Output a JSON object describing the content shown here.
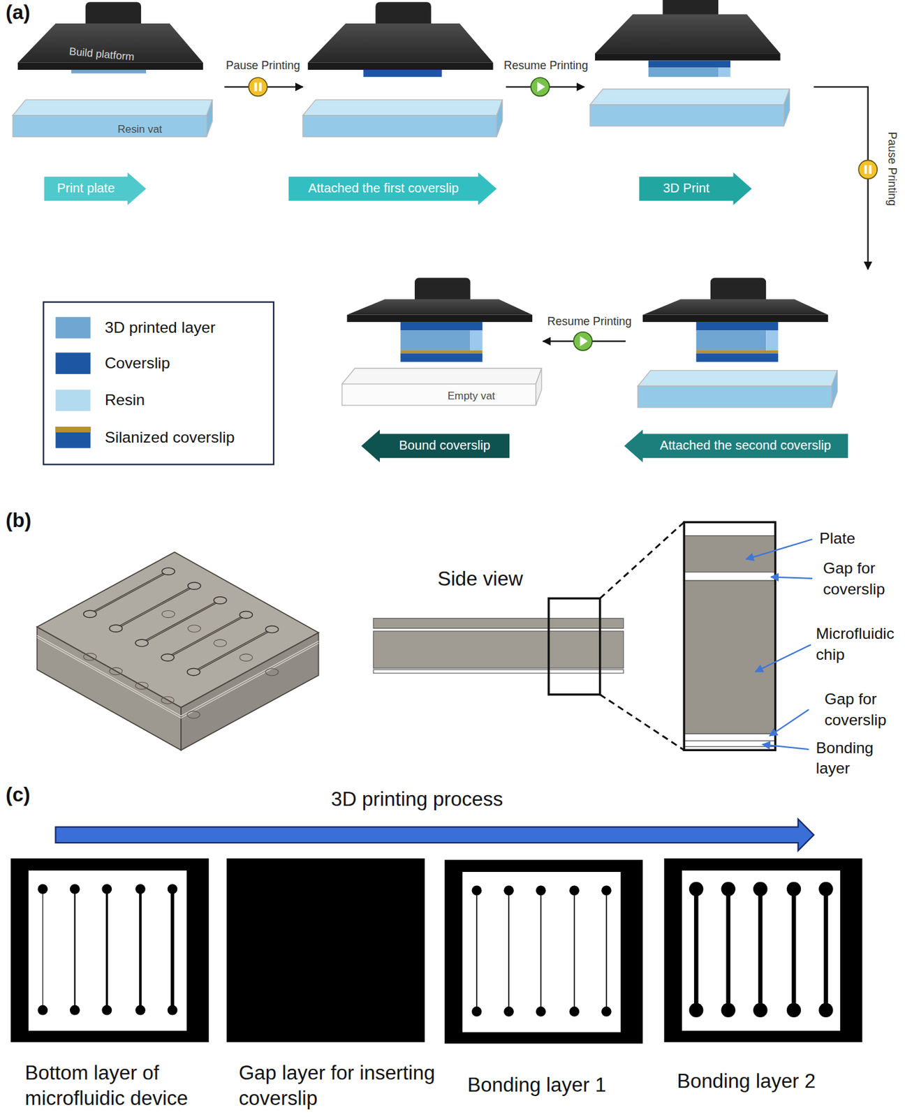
{
  "diagram": {
    "nodes": [
      {
        "text": [
          "Print plate"
        ]
      },
      {
        "text": [
          "Attached the first coverslip"
        ]
      },
      {
        "text": [
          "3D Print"
        ]
      },
      {
        "text": [
          "Attached the second coverslip"
        ]
      },
      {
        "text": [
          "Bound coverslip"
        ]
      }
    ],
    "labels": [
      "(a)",
      "Build platform",
      "Resin vat",
      "Pause Printing",
      "Resume Printing",
      "Pause Printing",
      "Resume Printing",
      "Empty vat",
      "(b)",
      "Side view",
      "Plate",
      "Gap for coverslip",
      "Microfluidic chip",
      "Gap for coverslip",
      "Bonding layer",
      "(c)",
      "3D printing process",
      "Bottom layer of microfluidic device",
      "Gap layer for inserting coverslip",
      "Bonding layer 1",
      "Bonding layer 2"
    ],
    "legend": [
      {
        "text": "3D printed layer",
        "color": "#6fa6d2"
      },
      {
        "text": "Coverslip",
        "color": "#1d56a3"
      },
      {
        "text": "Resin",
        "color": "#b3dbef"
      },
      {
        "text": "Silanized coverslip"
      }
    ]
  }
}
